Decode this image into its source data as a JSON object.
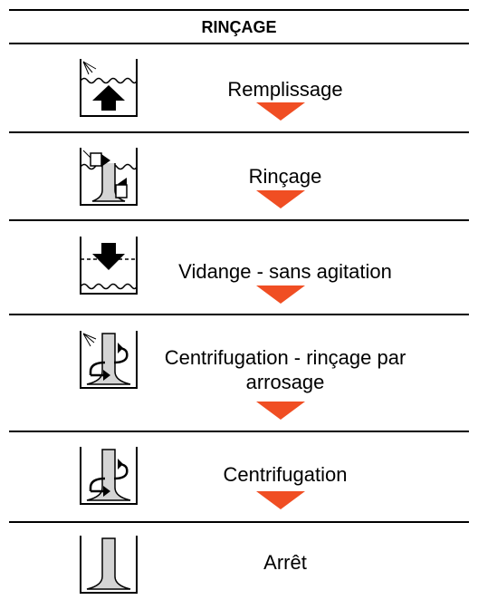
{
  "title": "RINÇAGE",
  "steps": [
    {
      "label": "Remplissage",
      "icon": "fill-icon"
    },
    {
      "label": "Rinçage",
      "icon": "rinse-icon"
    },
    {
      "label": "Vidange - sans agitation",
      "icon": "drain-icon"
    },
    {
      "label": "Centrifugation - rinçage par arrosage",
      "icon": "spin-spray-icon"
    },
    {
      "label": "Centrifugation",
      "icon": "spin-icon"
    },
    {
      "label": "Arrêt",
      "icon": "stop-icon"
    }
  ],
  "colors": {
    "arrow": "#f04e23",
    "drum_fill": "#d4d4d4"
  }
}
